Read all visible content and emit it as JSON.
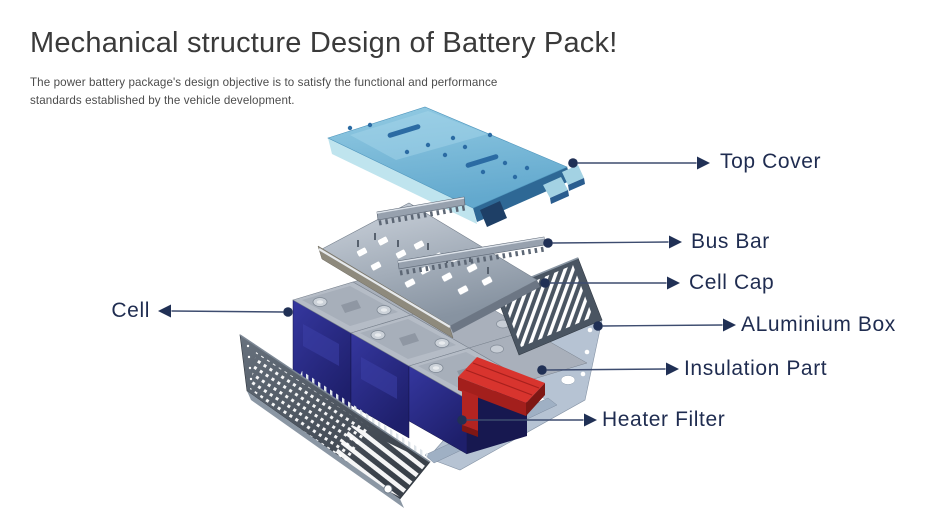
{
  "header": {
    "title_regular": "Mechanical structure",
    "title_emphasis": "Design of Battery Pack!",
    "subtitle": "The power battery package's design objective is to satisfy the functional and performance standards established by the vehicle development."
  },
  "diagram": {
    "type": "exploded-view-3d",
    "subject": "Power battery pack mechanical structure",
    "labels": [
      {
        "id": "top-cover",
        "text": "Top Cover",
        "side": "right"
      },
      {
        "id": "bus-bar",
        "text": "Bus Bar",
        "side": "right"
      },
      {
        "id": "cell-cap",
        "text": "Cell Cap",
        "side": "right"
      },
      {
        "id": "aluminium-box",
        "text": "ALuminium Box",
        "side": "right"
      },
      {
        "id": "insulation-part",
        "text": "Insulation Part",
        "side": "right"
      },
      {
        "id": "heater-filter",
        "text": "Heater Filter",
        "side": "right"
      },
      {
        "id": "cell",
        "text": "Cell",
        "side": "left"
      }
    ]
  },
  "colors": {
    "background": "#ffffff",
    "title_text": "#3a3a3a",
    "subtitle_text": "#4c4c4c",
    "label_navy": "#1f2c50",
    "leader_line": "#3d4c6f",
    "top_cover_blue": "#79bbd9",
    "top_cover_skirt": "#bfe4ee",
    "cell_navy": "#2b2d8e",
    "heater_red": "#c1272d",
    "metal_gray": "#9aa5b2"
  }
}
